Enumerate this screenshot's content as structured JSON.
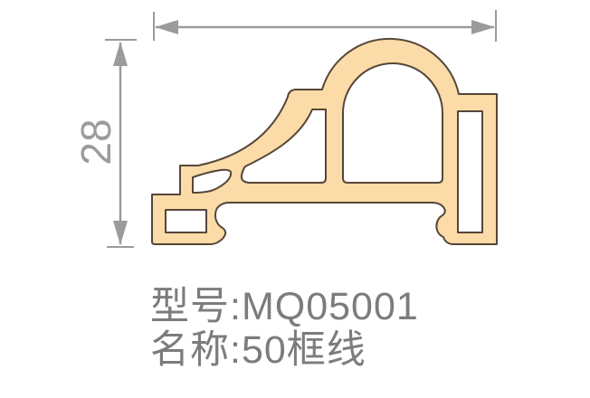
{
  "drawing": {
    "title_hint": "molding profile cross-section",
    "height_dimension": {
      "value": "28"
    },
    "width_dimension": {
      "value": ""
    },
    "labels": {
      "model": "型号:MQ05001",
      "name": "名称:50框线"
    }
  },
  "colors": {
    "background": "#ffffff",
    "profile_fill": "#FBDBA7",
    "profile_outline": "#564639",
    "hole_fill": "#ffffff",
    "dimension_gray": "#9B9B9D",
    "text_gray": "#7C7C7F"
  }
}
